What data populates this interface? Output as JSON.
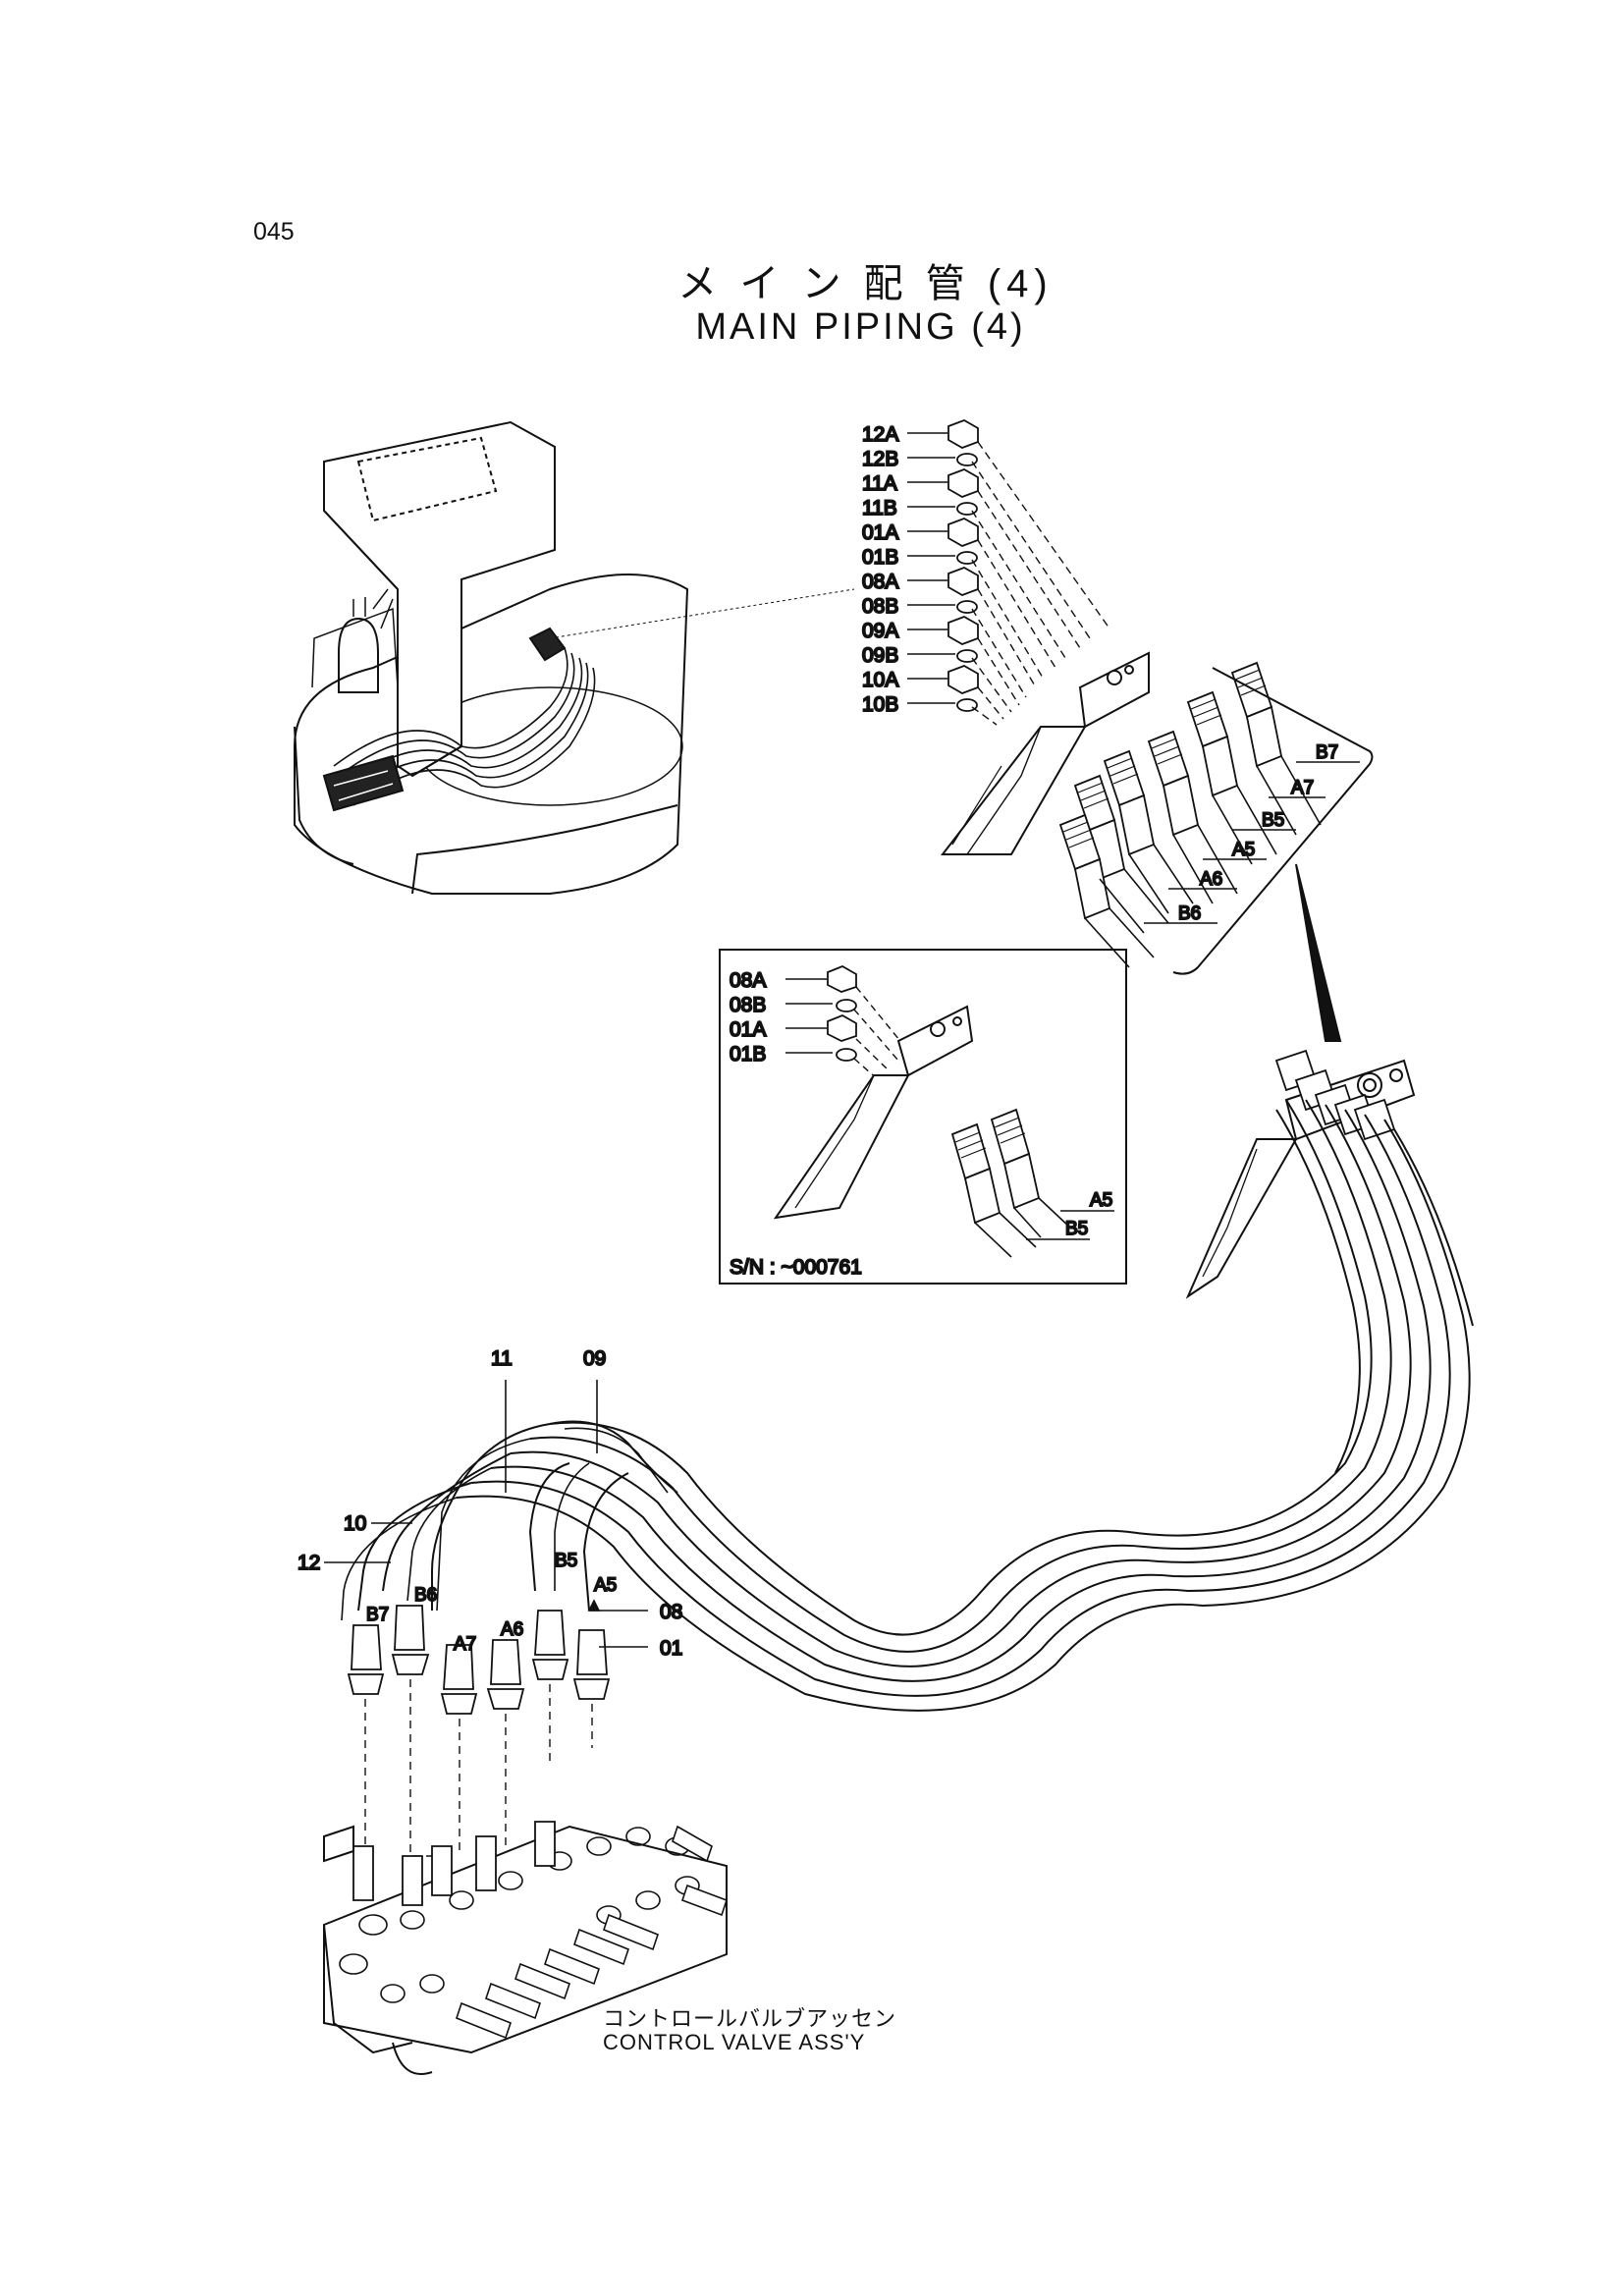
{
  "page_number": "045",
  "title_jp": "メ イ ン 配 管  (4)",
  "title_en": "MAIN  PIPING  (4)",
  "callouts_top": [
    "12A",
    "12B",
    "11A",
    "11B",
    "01A",
    "01B",
    "08A",
    "08B",
    "09A",
    "09B",
    "10A",
    "10B"
  ],
  "connectors_top": [
    "B7",
    "A7",
    "B5",
    "A5",
    "A6",
    "B6"
  ],
  "inset": {
    "callouts": [
      "08A",
      "08B",
      "01A",
      "01B"
    ],
    "connectors": [
      "A5",
      "B5"
    ],
    "serial": "S/N : ~000761"
  },
  "hose_labels": {
    "h11": "11",
    "h09": "09",
    "h10": "10",
    "h12": "12",
    "h08": "08",
    "h01": "01"
  },
  "port_labels": [
    "B7",
    "B6",
    "A7",
    "A6",
    "B5",
    "A5"
  ],
  "control_valve_jp": "コントロールバルブアッセン",
  "control_valve_en": "CONTROL  VALVE  ASS'Y"
}
